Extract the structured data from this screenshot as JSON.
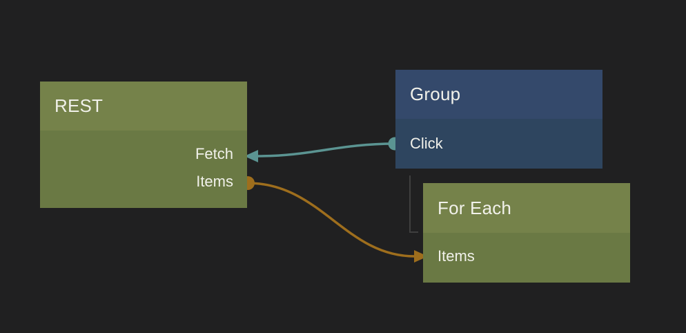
{
  "canvas": {
    "background": "#202021",
    "text_color": "#f1f1ea"
  },
  "nodes": {
    "rest": {
      "title": "REST",
      "header_color": "#75824a",
      "body_color": "#6a7944",
      "ports": {
        "fetch": "Fetch",
        "items": "Items"
      }
    },
    "group": {
      "title": "Group",
      "header_color": "#34496b",
      "body_color": "#2e455f",
      "ports": {
        "click": "Click"
      }
    },
    "foreach": {
      "title": "For Each",
      "header_color": "#75824a",
      "body_color": "#6a7944",
      "ports": {
        "items": "Items"
      }
    }
  },
  "connections": {
    "click_to_fetch": {
      "from": "Group.Click",
      "to": "REST.Fetch",
      "color": "#5b9492"
    },
    "items_to_items": {
      "from": "REST.Items",
      "to": "For Each.Items",
      "color": "#9e6e1d"
    },
    "group_child_link": {
      "from": "Group",
      "to": "For Each",
      "color": "#3f3f3f"
    }
  }
}
